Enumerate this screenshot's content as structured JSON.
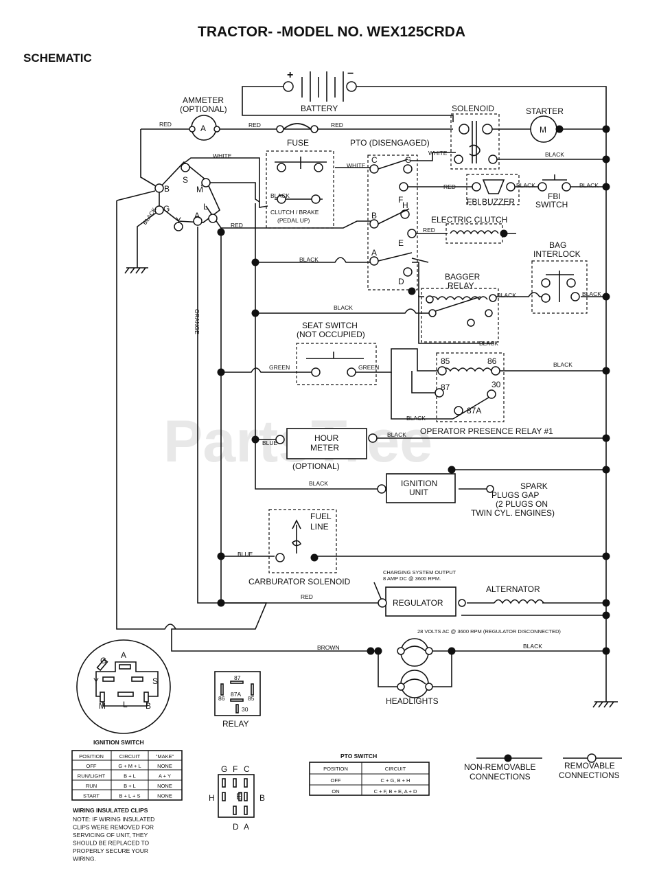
{
  "title": "TRACTOR- -MODEL NO. WEX125CRDA",
  "subtitle": "SCHEMATIC",
  "watermark": "PartsTree",
  "components": {
    "battery": "BATTERY",
    "battery_plus": "+",
    "battery_minus": "−",
    "ammeter": "AMMETER",
    "ammeter_opt": "(OPTIONAL)",
    "ammeter_symbol": "A",
    "solenoid": "SOLENOID",
    "starter": "STARTER",
    "starter_symbol": "M",
    "fuse": "FUSE",
    "pto": "PTO (DISENGAGED)",
    "clutch_brake_1": "CLUTCH / BRAKE",
    "clutch_brake_2": "(PEDAL UP)",
    "fbi_buzzer": "FBI BUZZER",
    "fbi_switch_1": "FBI",
    "fbi_switch_2": "SWITCH",
    "electric_clutch": "ELECTRIC CLUTCH",
    "bag_interlock_1": "BAG",
    "bag_interlock_2": "INTERLOCK",
    "bagger_relay_1": "BAGGER",
    "bagger_relay_2": "RELAY",
    "seat_switch_1": "SEAT SWITCH",
    "seat_switch_2": "(NOT OCCUPIED)",
    "op_relay": "OPERATOR PRESENCE RELAY #1",
    "hour_meter_1": "HOUR",
    "hour_meter_2": "METER",
    "hour_meter_opt": "(OPTIONAL)",
    "ignition_unit_1": "IGNITION",
    "ignition_unit_2": "UNIT",
    "spark_1": "SPARK",
    "spark_2": "PLUGS GAP",
    "spark_3": "(2 PLUGS ON",
    "spark_4": "TWIN CYL. ENGINES)",
    "fuel_line_1": "FUEL",
    "fuel_line_2": "LINE",
    "carb_solenoid": "CARBURATOR SOLENOID",
    "charging_1": "CHARGING SYSTEM OUTPUT",
    "charging_2": "8 AMP DC @ 3600 RPM.",
    "regulator": "REGULATOR",
    "alternator": "ALTERNATOR",
    "volts_note": "28 VOLTS AC @ 3600 RPM (REGULATOR DISCONNECTED)",
    "headlights": "HEADLIGHTS",
    "relay_label": "RELAY"
  },
  "terminals": {
    "ign": [
      "B",
      "S",
      "M",
      "G",
      "Y",
      "A",
      "L"
    ],
    "pto": [
      "C",
      "G",
      "F",
      "H",
      "B",
      "E",
      "A",
      "D"
    ],
    "relay": [
      "85",
      "86",
      "87",
      "30",
      "87A"
    ]
  },
  "wire_labels": {
    "red": "RED",
    "white": "WHITE",
    "black": "BLACK",
    "green": "GREEN",
    "blue": "BLUE",
    "orange": "ORANGE",
    "brown": "BROWN"
  },
  "ignition_table": {
    "title": "IGNITION SWITCH",
    "headers": [
      "POSITION",
      "CIRCUIT",
      "\"MAKE\""
    ],
    "rows": [
      [
        "OFF",
        "G + M + L",
        "NONE"
      ],
      [
        "RUN/LIGHT",
        "B + L",
        "A + Y"
      ],
      [
        "RUN",
        "B + L",
        "NONE"
      ],
      [
        "START",
        "B + L + S",
        "NONE"
      ]
    ]
  },
  "ign_face": [
    "G",
    "A",
    "Y",
    "S",
    "M",
    "L",
    "B"
  ],
  "relay_face": [
    "87",
    "87A",
    "86",
    "85",
    "30"
  ],
  "pto_face": {
    "top": [
      "G",
      "F",
      "C"
    ],
    "left": "H",
    "right": "B",
    "middle": "E",
    "bottom": [
      "D",
      "A"
    ]
  },
  "pto_table": {
    "title": "PTO SWITCH",
    "headers": [
      "POSITION",
      "CIRCUIT"
    ],
    "rows": [
      [
        "OFF",
        "C + G, B + H"
      ],
      [
        "ON",
        "C + F, B + E, A + D"
      ]
    ]
  },
  "wiring_note": {
    "heading": "WIRING INSULATED CLIPS",
    "lines": [
      "NOTE: IF WIRING INSULATED",
      "CLIPS WERE REMOVED FOR",
      "SERVICING OF UNIT, THEY",
      "SHOULD BE REPLACED TO",
      "PROPERLY SECURE YOUR",
      "WIRING."
    ]
  },
  "legend": {
    "non_removable_1": "NON-REMOVABLE",
    "non_removable_2": "CONNECTIONS",
    "removable_1": "REMOVABLE",
    "removable_2": "CONNECTIONS"
  }
}
